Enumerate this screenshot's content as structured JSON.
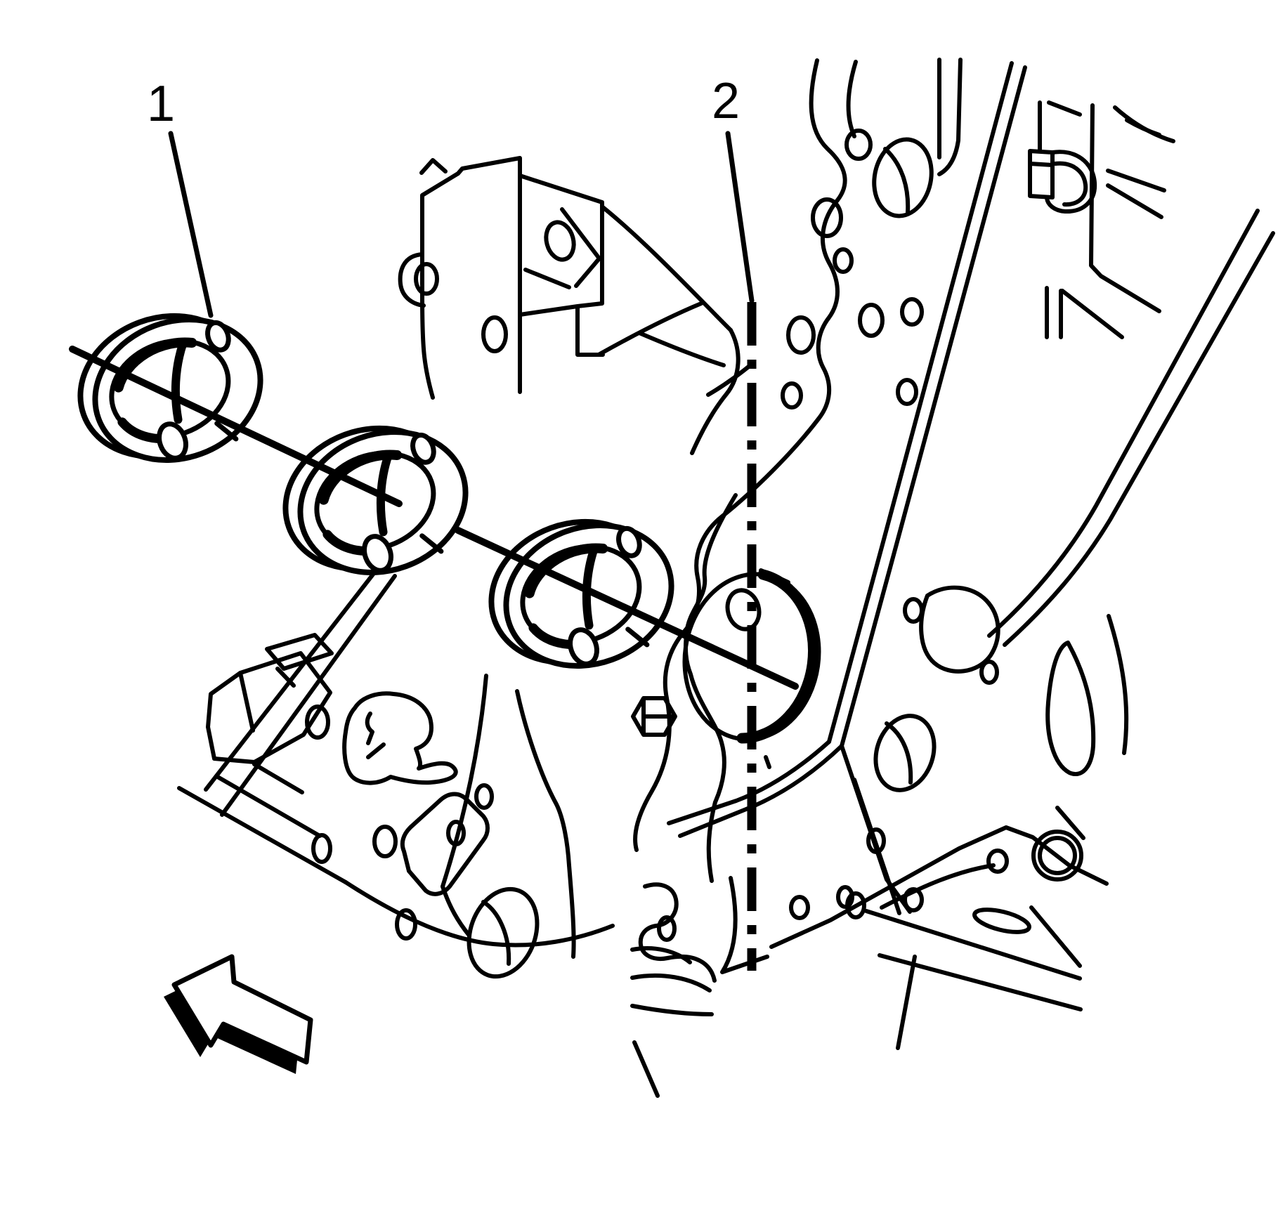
{
  "figure": {
    "type": "technical-line-illustration",
    "subject": "Engine block front view with balance shaft bearings and bore centerline",
    "background_color": "#ffffff",
    "line_color": "#000000",
    "callouts": [
      {
        "label": "1"
      },
      {
        "label": "2"
      }
    ],
    "icons": {
      "direction_arrow": "block-arrow-pointing-upper-left"
    }
  }
}
